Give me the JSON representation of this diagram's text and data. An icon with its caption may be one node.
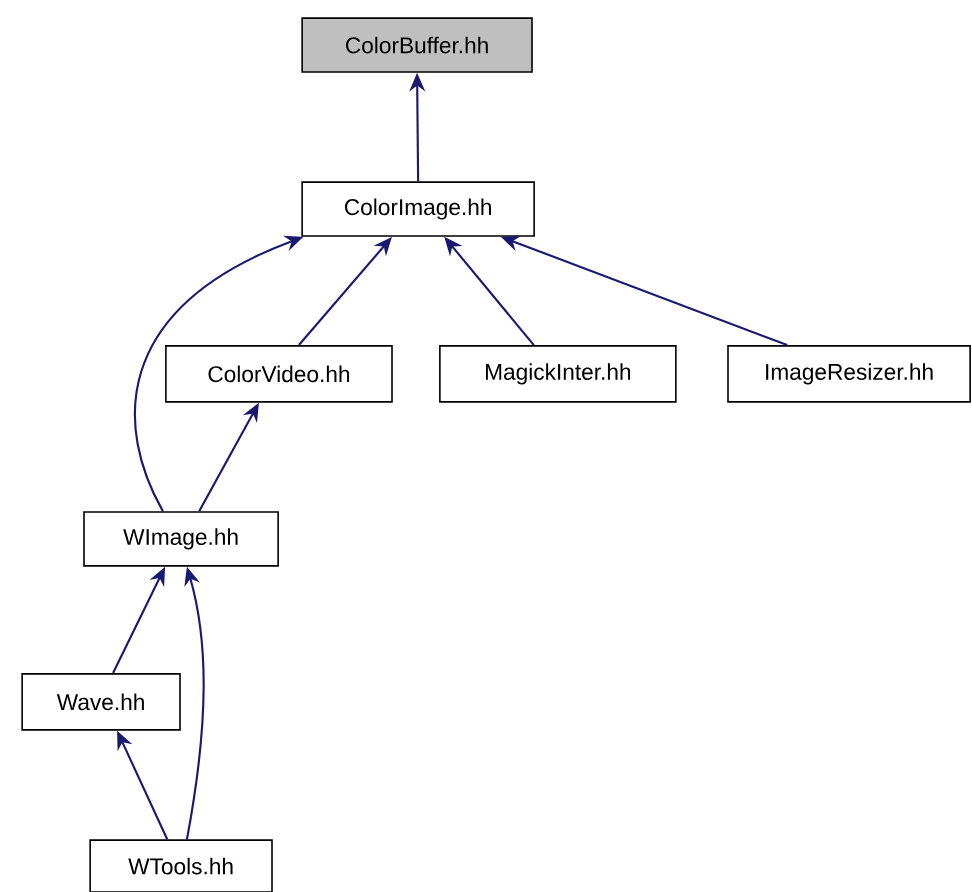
{
  "diagram": {
    "nodes": [
      {
        "text": [
          "ColorBuffer.hh"
        ]
      },
      {
        "text": [
          "ColorImage.hh"
        ]
      },
      {
        "text": [
          "ColorVideo.hh"
        ]
      },
      {
        "text": [
          "MagickInter.hh"
        ]
      },
      {
        "text": [
          "ImageResizer.hh"
        ]
      },
      {
        "text": [
          "WImage.hh"
        ]
      },
      {
        "text": [
          "Wave.hh"
        ]
      },
      {
        "text": [
          "WTools.hh"
        ]
      }
    ],
    "edges": [
      {
        "from": 1,
        "to": 0,
        "arrow": "to"
      },
      {
        "from": 5,
        "to": 1,
        "arrow": "to"
      },
      {
        "from": 2,
        "to": 1,
        "arrow": "to"
      },
      {
        "from": 3,
        "to": 1,
        "arrow": "to"
      },
      {
        "from": 4,
        "to": 1,
        "arrow": "to"
      },
      {
        "from": 5,
        "to": 2,
        "arrow": "to"
      },
      {
        "from": 6,
        "to": 5,
        "arrow": "to"
      },
      {
        "from": 7,
        "to": 5,
        "arrow": "to"
      },
      {
        "from": 7,
        "to": 6,
        "arrow": "to"
      }
    ]
  }
}
